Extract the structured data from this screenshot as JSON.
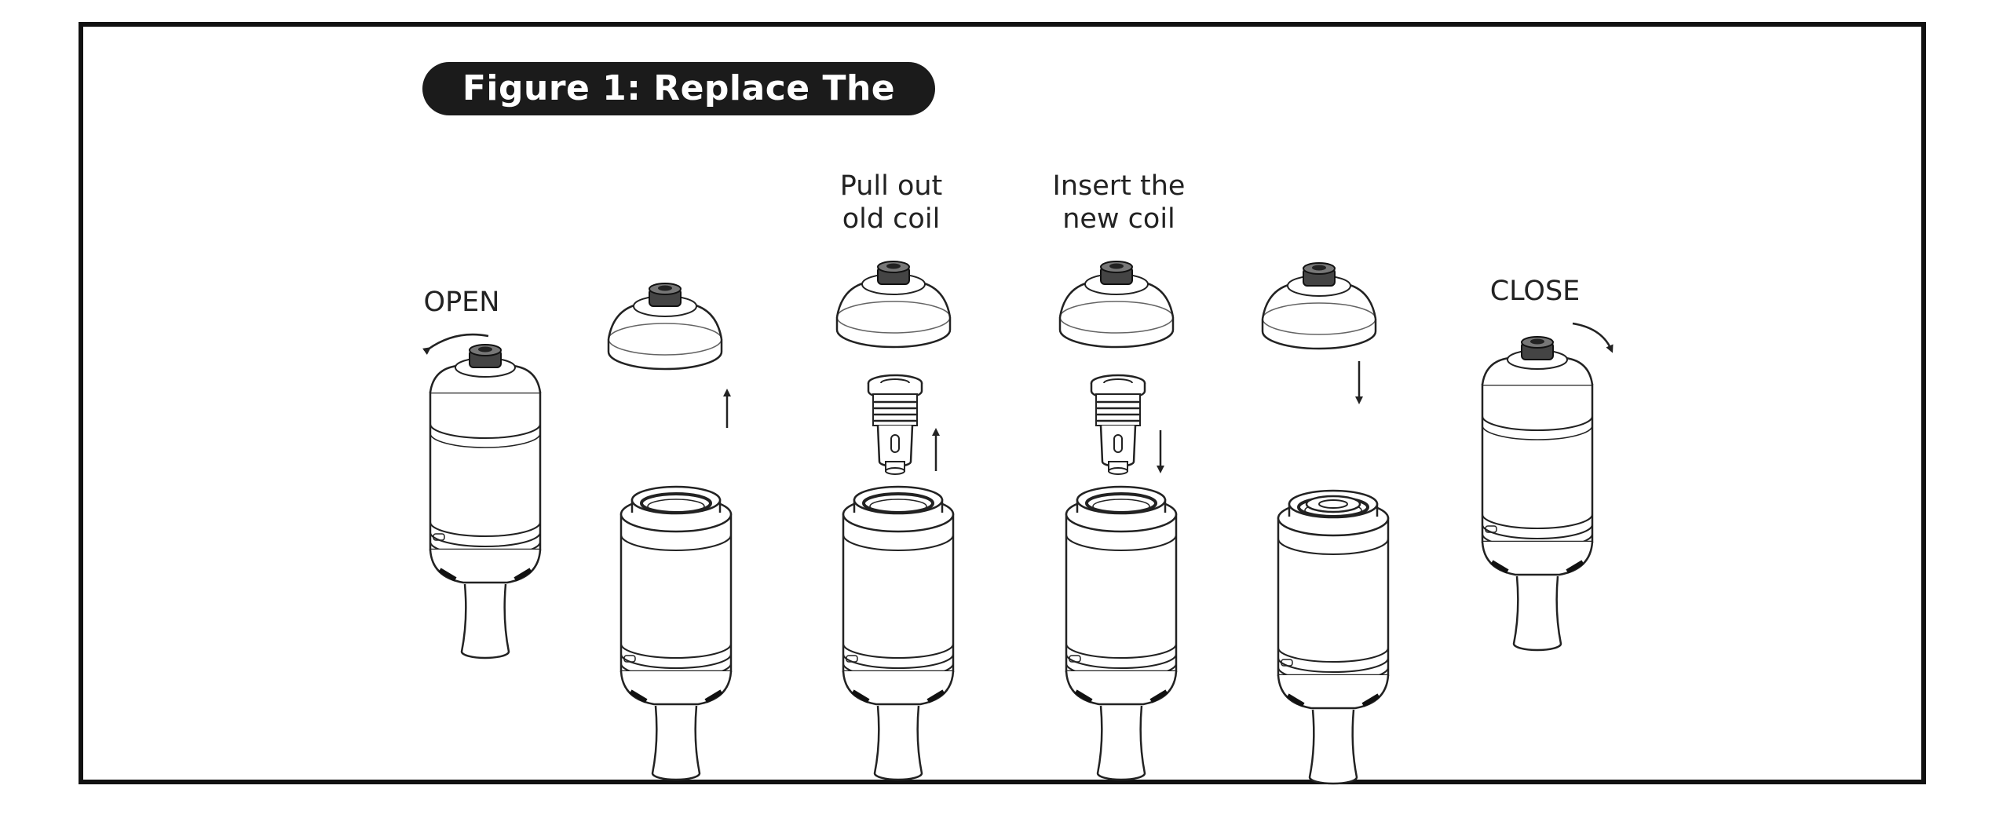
{
  "figure": {
    "title": "Figure 1: Replace The Coil"
  },
  "steps": {
    "open_label": "OPEN",
    "pull_label_line1": "Pull out",
    "pull_label_line2": "old coil",
    "insert_label_line1": "Insert the",
    "insert_label_line2": "new coil",
    "close_label": "CLOSE"
  },
  "colors": {
    "frame": "#111111",
    "pill": "#1b1b1b",
    "line": "#222222"
  }
}
